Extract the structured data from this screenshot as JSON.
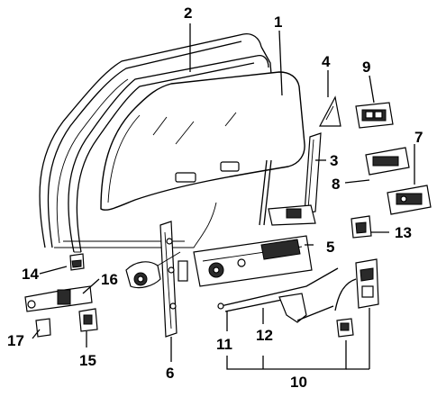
{
  "callouts": [
    "1",
    "2",
    "3",
    "4",
    "5",
    "6",
    "7",
    "8",
    "9",
    "10",
    "11",
    "12",
    "13",
    "14",
    "15",
    "16",
    "17"
  ],
  "icons": {
    "door_frame": "door-frame-outline",
    "glass": "door-glass",
    "regulator": "window-regulator",
    "lock": "door-lock-actuator",
    "hinge": "door-hinge"
  },
  "colors": {
    "ink": "#000000",
    "paper": "#ffffff"
  }
}
